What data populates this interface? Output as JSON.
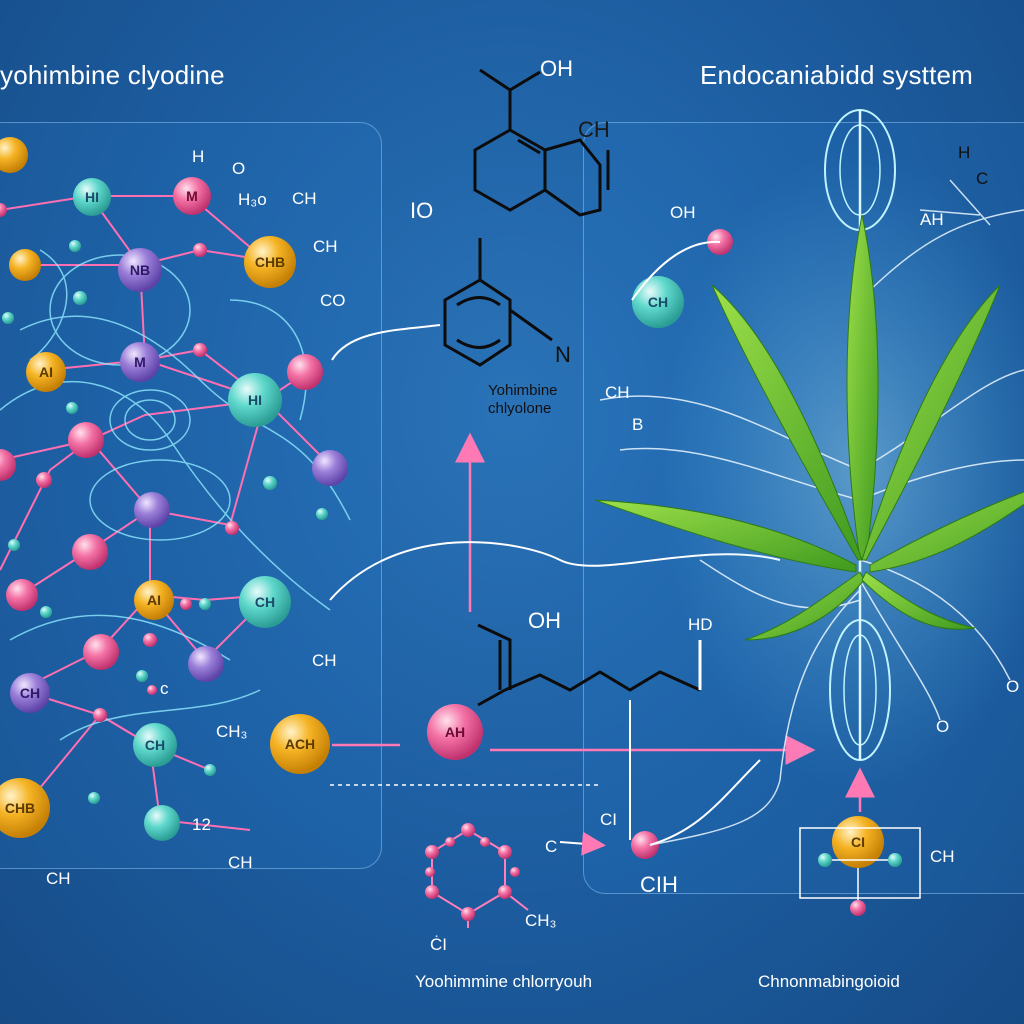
{
  "titles": {
    "left": "yohimbine clyodine",
    "right": "Endocaniabidd systtem"
  },
  "captions": {
    "middle_small": "Yohimbine\nchlyolone",
    "bottom_left": "Yoohimmine chlorryouh",
    "bottom_right": "Chnonmabingoioid"
  },
  "left_nodes": [
    {
      "text": "HI",
      "color": "#4fd1c5"
    },
    {
      "text": "M",
      "color": "#f06292"
    },
    {
      "text": "CHB",
      "color": "#f5b324"
    },
    {
      "text": "NB",
      "color": "#9575cd"
    },
    {
      "text": "AI",
      "color": "#f5b324"
    },
    {
      "text": "HI",
      "color": "#4fd1c5"
    },
    {
      "text": "M",
      "color": "#9575cd"
    },
    {
      "text": "CH",
      "color": "#4fd1c5"
    },
    {
      "text": "AI",
      "color": "#f5b324"
    },
    {
      "text": "CHB",
      "color": "#f5b324"
    },
    {
      "text": "CH",
      "color": "#4fd1c5"
    },
    {
      "text": "CH",
      "color": "#4fd1c5"
    },
    {
      "text": "ACH",
      "color": "#f5b324"
    },
    {
      "text": "AH",
      "color": "#f06292"
    },
    {
      "text": "CH",
      "color": "#4fd1c5"
    },
    {
      "text": "CI",
      "color": "#f5b324"
    }
  ],
  "left_labels": [
    "H",
    "O",
    "H₃o",
    "CH",
    "CH",
    "CO",
    "CH",
    "CH₃",
    "12",
    "CH",
    "CH",
    "c"
  ],
  "middle_labels": [
    "OH",
    "CH",
    "IO",
    "N",
    "OH",
    "ĊI",
    "CH₃",
    "C",
    "CI",
    "CIH"
  ],
  "right_labels": [
    "H",
    "C",
    "AH",
    "OH",
    "CH",
    "B",
    "HD",
    "O",
    "O",
    "CH"
  ]
}
